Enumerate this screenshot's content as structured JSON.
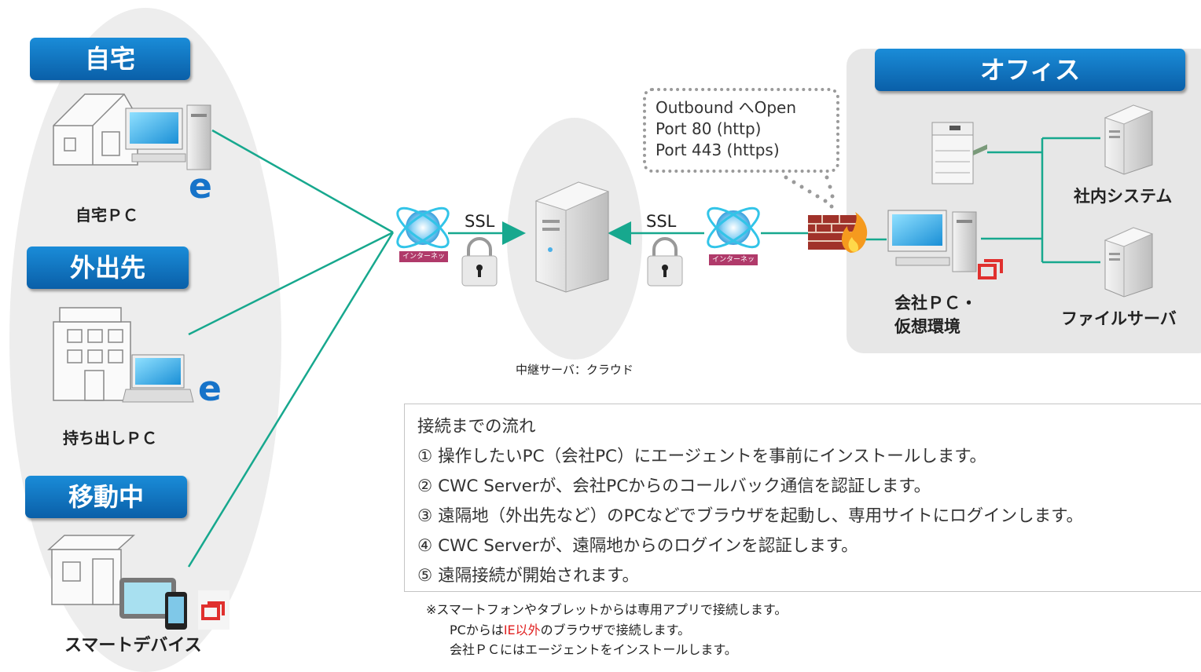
{
  "groups": {
    "home": {
      "title": "自宅",
      "device": "自宅ＰＣ"
    },
    "outside": {
      "title": "外出先",
      "device": "持ち出しＰＣ"
    },
    "moving": {
      "title": "移動中",
      "device": "スマートデバイス"
    },
    "office": {
      "title": "オフィス",
      "pc": [
        "会社ＰＣ・",
        "仮想環境"
      ],
      "system": "社内システム",
      "fileserver": "ファイルサーバ"
    }
  },
  "relay": {
    "ssl_left": "SSL",
    "ssl_right": "SSL",
    "label": "中継サーバ：クラウド",
    "internet_badge": "インターネット"
  },
  "callout": {
    "lines": [
      "Outbound へOpen",
      "Port 80 (http)",
      "Port 443 (https)"
    ]
  },
  "flow": {
    "title": "接続までの流れ",
    "steps": [
      "① 操作したいPC（会社PC）にエージェントを事前にインストールします。",
      "② CWC Serverが、会社PCからのコールバック通信を認証します。",
      "③ 遠隔地（外出先など）のPCなどでブラウザを起動し、専用サイトにログインします。",
      "④ CWC Serverが、遠隔地からのログインを認証します。",
      "⑤ 遠隔接続が開始されます。"
    ]
  },
  "notes": {
    "line1": "※スマートフォンやタブレットからは専用アプリで接続します。",
    "line2_pre": "PCからは",
    "line2_red": "IE以外",
    "line2_post": "のブラウザで接続します。",
    "line3": "会社ＰＣにはエージェントをインストールします。"
  },
  "colors": {
    "connector": "#17a88e",
    "label_blue": "#0a6dc2",
    "highlight_red": "#e02020"
  }
}
